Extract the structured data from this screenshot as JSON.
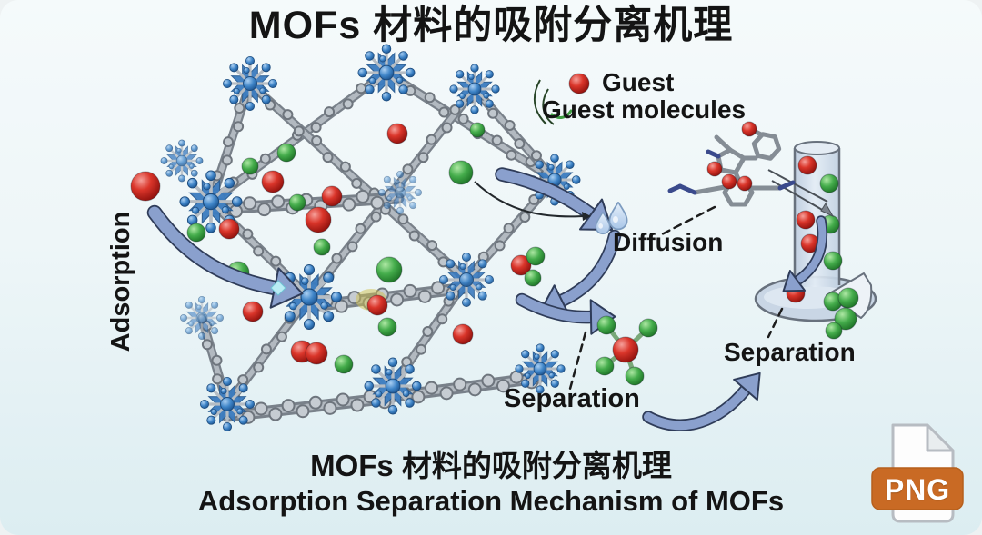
{
  "title": "MOFs 材料的吸附分离机理",
  "legend": {
    "guest": "Guest",
    "guest_molecules": "Guest molecules"
  },
  "process_labels": {
    "adsorption": "Adsorption",
    "diffusion": "Diffusion",
    "separation_inner": "Separation",
    "separation_outlet": "Separation"
  },
  "caption": {
    "zh": "MOFs 材料的吸附分离机理",
    "en": "Adsorption Separation Mechanism of  MOFs"
  },
  "badge": {
    "label": "PNG"
  },
  "colors": {
    "text": "#141414",
    "guest_red": "#cf2b22",
    "guest_green": "#3fa847",
    "node_blue": "#3b7cc0",
    "linker_gray": "#98a0a8",
    "arrow_blue": "#7e95c5",
    "droplet_blue": "#c6dcf2",
    "badge_orange": "#c96a24",
    "background_top": "#f5fafb",
    "background_bottom": "#dcedf1"
  }
}
